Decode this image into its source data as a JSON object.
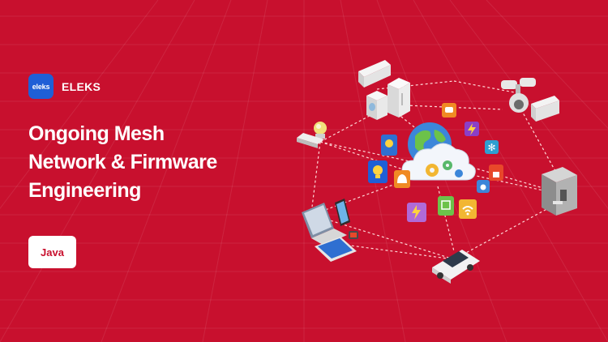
{
  "brand": {
    "logo_text": "eleks",
    "name": "ELEKS"
  },
  "title_lines": [
    "Ongoing Mesh",
    "Network & Firmware",
    "Engineering"
  ],
  "tag_label": "Java",
  "colors": {
    "background": "#c8102e",
    "logo_bg": "#1f5fd6",
    "text": "#ffffff",
    "tag_text": "#c8102e"
  },
  "illustration": {
    "devices": [
      "air-conditioner-icon",
      "refrigerator-icon",
      "washing-machine-icon",
      "smart-bulb-icon",
      "security-camera-icon",
      "thermostat-icon",
      "smart-lock-icon",
      "laptop-icon",
      "phone-icon",
      "tablet-icon",
      "car-icon",
      "globe-icon",
      "cloud-icon"
    ],
    "app_icons": [
      "chat-app-icon",
      "lightning-app-icon",
      "weather-app-icon",
      "snowflake-app-icon",
      "lightbulb-app-icon",
      "bell-app-icon",
      "lock-app-icon",
      "water-app-icon",
      "voltage-app-icon",
      "chip-app-icon",
      "wifi-app-icon"
    ]
  }
}
